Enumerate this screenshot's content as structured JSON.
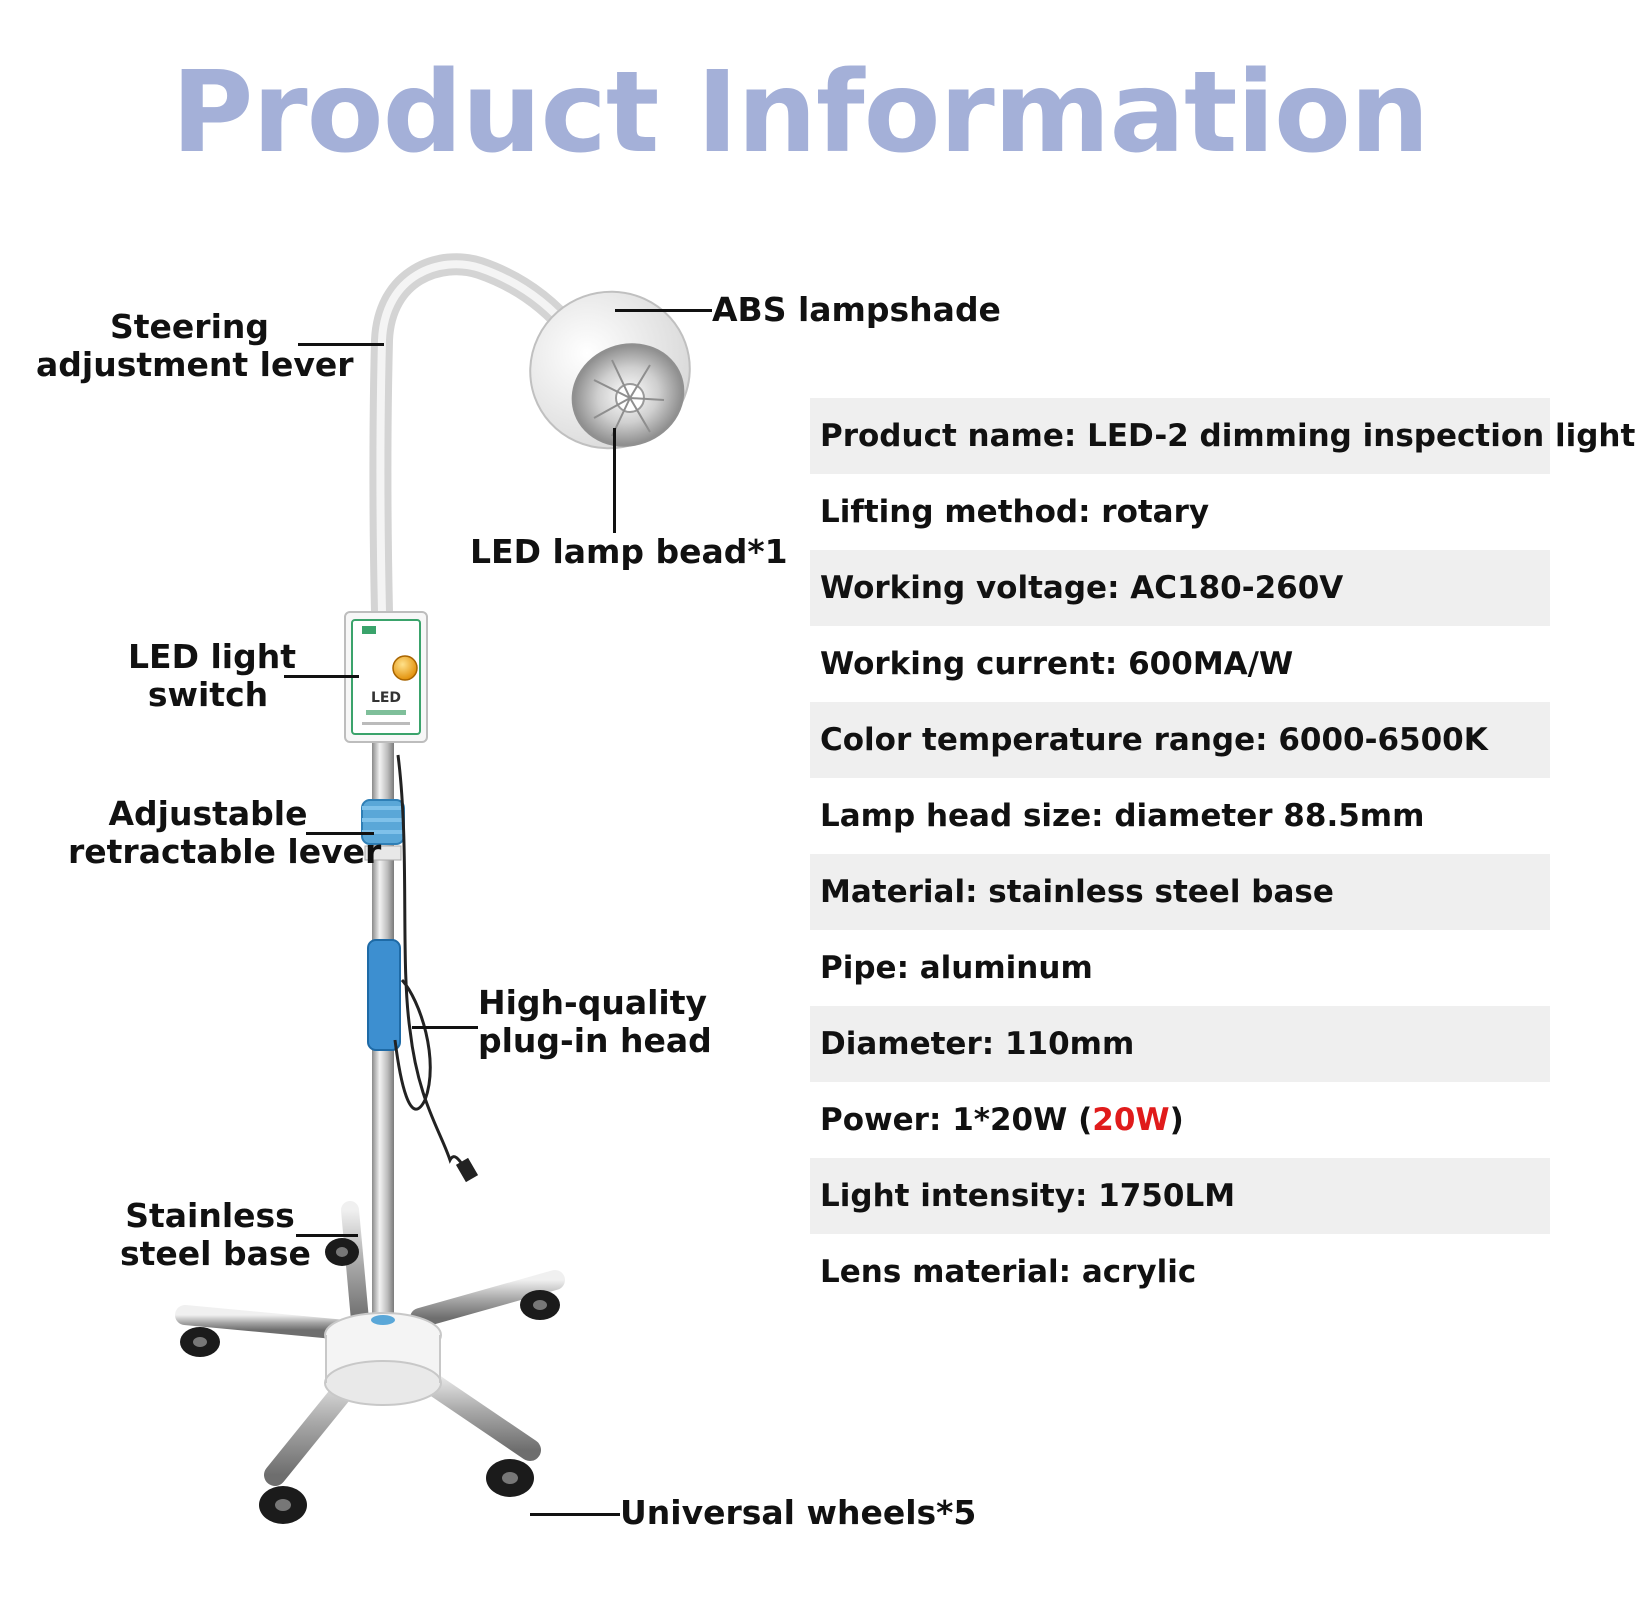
{
  "title": "Product Information",
  "colors": {
    "title": "#a4b0d8",
    "highlight": "#e01b1b",
    "row_shade": "#efefef"
  },
  "callouts": {
    "steering_line1": "Steering",
    "steering_line2": "adjustment lever",
    "lampshade": "ABS lampshade",
    "lamp_bead": "LED lamp bead*1",
    "switch_line1": "LED light",
    "switch_line2": "switch",
    "retractable_line1": "Adjustable",
    "retractable_line2": "retractable lever",
    "plug_line1": "High-quality",
    "plug_line2": "plug-in head",
    "base_line1": "Stainless",
    "base_line2": "steel base",
    "wheels": "Universal wheels*5"
  },
  "switch_box": {
    "label": "LED"
  },
  "specs": [
    {
      "label": "Product name",
      "value": "LED-2 dimming inspection light"
    },
    {
      "label": "Lifting method",
      "value": "rotary"
    },
    {
      "label": "Working voltage",
      "value": "AC180-260V"
    },
    {
      "label": "Working current",
      "value": "600MA/W"
    },
    {
      "label": "Color temperature range",
      "value": "6000-6500K"
    },
    {
      "label": "Lamp head size",
      "value": "diameter 88.5mm"
    },
    {
      "label": "Material",
      "value": "stainless steel base"
    },
    {
      "label": "Pipe",
      "value": "aluminum"
    },
    {
      "label": "Diameter",
      "value": "110mm"
    },
    {
      "label": "Power",
      "value": "1*20W",
      "highlight": "20W"
    },
    {
      "label": "Light intensity",
      "value": "1750LM"
    },
    {
      "label": "Lens material",
      "value": "acrylic"
    }
  ]
}
